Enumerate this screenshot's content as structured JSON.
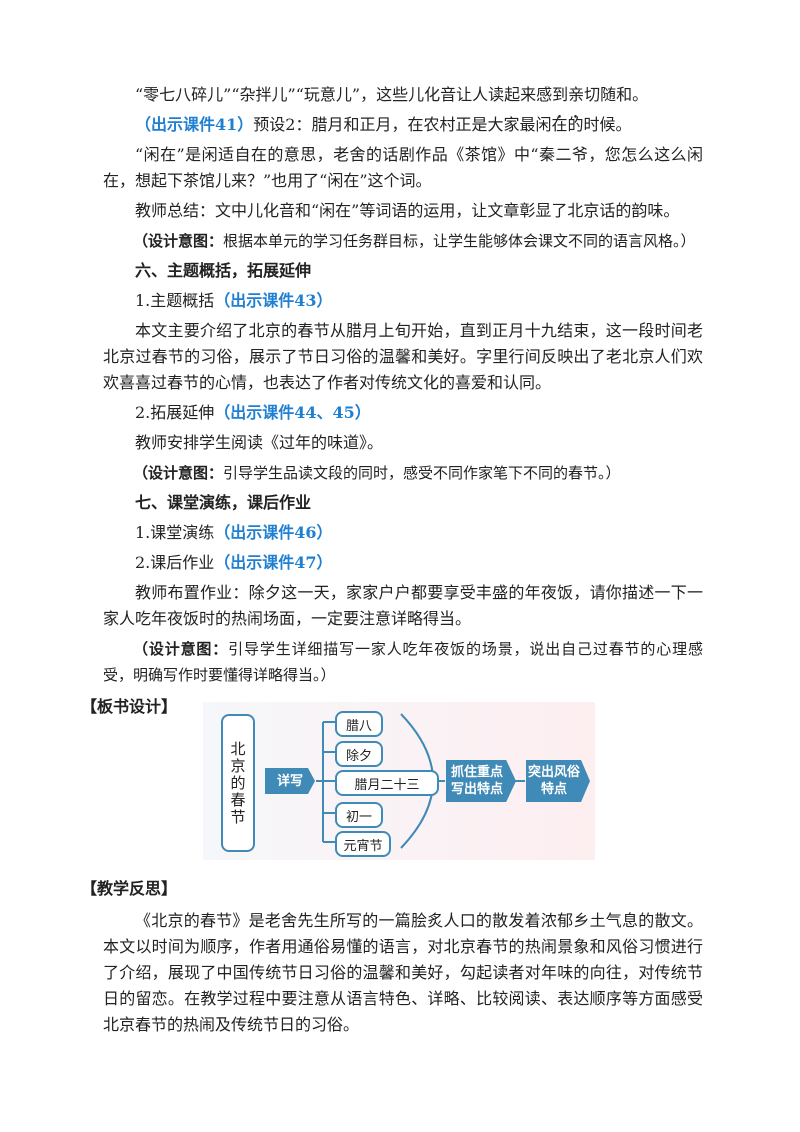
{
  "paragraphs": {
    "p1": "“零七八碎儿”“杂拌儿”“玩意儿”，这些儿化音让人读起来感到亲切随和。",
    "p2_link": "（出示课件41）",
    "p2_pre": "预设2：腊月和正月，在农村正是大家最",
    "p2_dot1": "闲",
    "p2_dot2": "在",
    "p2_post": "的时候。",
    "p3": "“闲在”是闲适自在的意思，老舍的话剧作品《茶馆》中“秦二爷，您怎么这么闲在，想起下茶馆儿来？”也用了“闲在”这个词。",
    "p4": "教师总结：文中儿化音和“闲在”等词语的运用，让文章彰显了北京话的韵味。",
    "p5_label": "（设计意图：",
    "p5_text": "根据本单元的学习任务群目标，让学生能够体会课文不同的语言风格。）"
  },
  "section6": {
    "title": "六、主题概括，拓展延伸",
    "item1_label": "1.主题概括",
    "item1_link": "（出示课件43）",
    "item1_text": "本文主要介绍了北京的春节从腊月上旬开始，直到正月十九结束，这一段时间老北京过春节的习俗，展示了节日习俗的温馨和美好。字里行间反映出了老北京人们欢欢喜喜过春节的心情，也表达了作者对传统文化的喜爱和认同。",
    "item2_label": "2.拓展延伸",
    "item2_link": "（出示课件44、45）",
    "item2_text": "教师安排学生阅读《过年的味道》。",
    "design_label": "（设计意图：",
    "design_text": "引导学生品读文段的同时，感受不同作家笔下不同的春节。）"
  },
  "section7": {
    "title": "七、课堂演练，课后作业",
    "item1_label": "1.课堂演练",
    "item1_link": "（出示课件46）",
    "item2_label": "2.课后作业",
    "item2_link": "（出示课件47）",
    "item2_text": "教师布置作业：除夕这一天，家家户户都要享受丰盛的年夜饭，请你描述一下一家人吃年夜饭时的热闹场面，一定要注意详略得当。",
    "design_label": "（设计意图：",
    "design_text": "引导学生详细描写一家人吃年夜饭的场景，说出自己过春节的心理感受，明确写作时要懂得详略得当。）"
  },
  "board": {
    "heading": "【板书设计】",
    "title": "北京的春节",
    "detail": "详写",
    "items": [
      "腊八",
      "除夕",
      "腊月二十三",
      "初一",
      "元宵节"
    ],
    "focus": "抓住重点写出特点",
    "highlight": "突出风俗特点"
  },
  "reflection": {
    "heading": "【教学反思】",
    "text": "《北京的春节》是老舍先生所写的一篇脍炙人口的散发着浓郁乡土气息的散文。本文以时间为顺序，作者用通俗易懂的语言，对北京春节的热闹景象和风俗习惯进行了介绍，展现了中国传统节日习俗的温馨和美好，勾起读者对年味的向往，对传统节日的留恋。在教学过程中要注意从语言特色、详略、比较阅读、表达顺序等方面感受北京春节的热闹及传统节日的习俗。"
  },
  "colors": {
    "link": "#1f7fd1",
    "diagram_blue": "#3f8ab6"
  }
}
